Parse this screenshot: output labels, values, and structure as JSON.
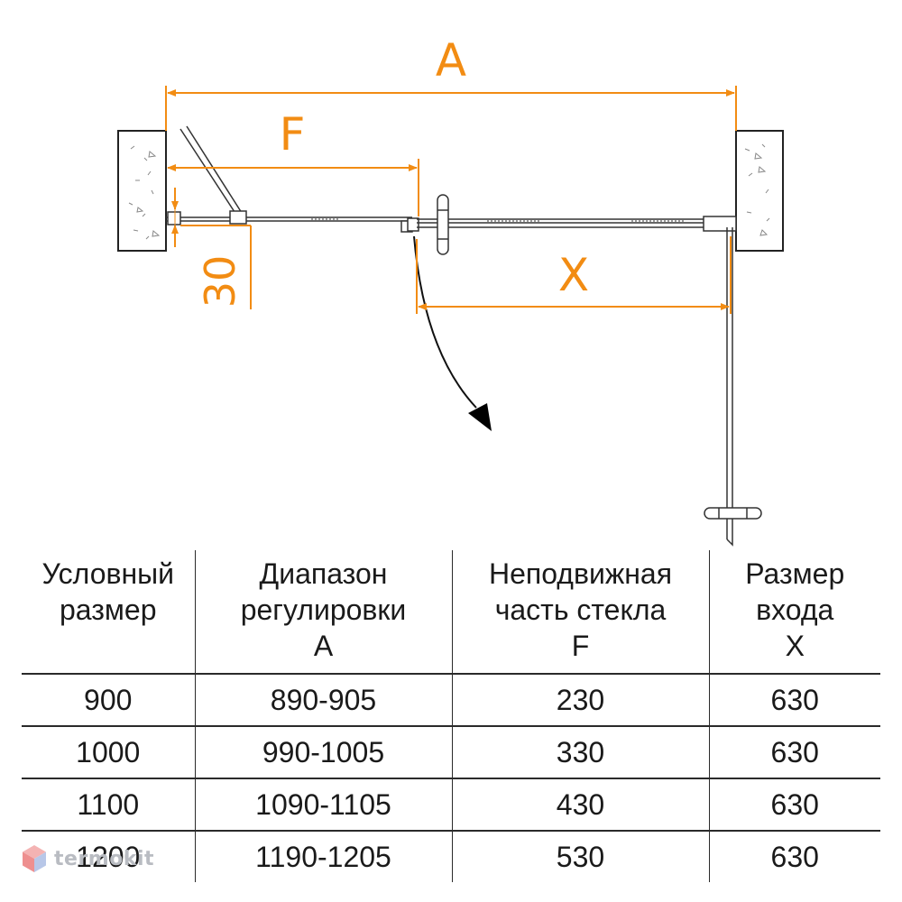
{
  "diagram": {
    "dim_a": "A",
    "dim_f": "F",
    "dim_x": "X",
    "dim_30": "30",
    "accent_color": "#f28c13"
  },
  "table": {
    "headers": [
      [
        "Условный",
        "размер"
      ],
      [
        "Диапазон",
        "регулировки",
        "A"
      ],
      [
        "Неподвижная",
        "часть стекла",
        "F"
      ],
      [
        "Размер",
        "входа",
        "X"
      ]
    ],
    "rows": [
      [
        "900",
        "890-905",
        "230",
        "630"
      ],
      [
        "1000",
        "990-1005",
        "330",
        "630"
      ],
      [
        "1100",
        "1090-1105",
        "430",
        "630"
      ],
      [
        "1200",
        "1190-1205",
        "530",
        "630"
      ]
    ]
  },
  "brand": {
    "name": "termokit",
    "icon": "termokit-cube-logo"
  }
}
